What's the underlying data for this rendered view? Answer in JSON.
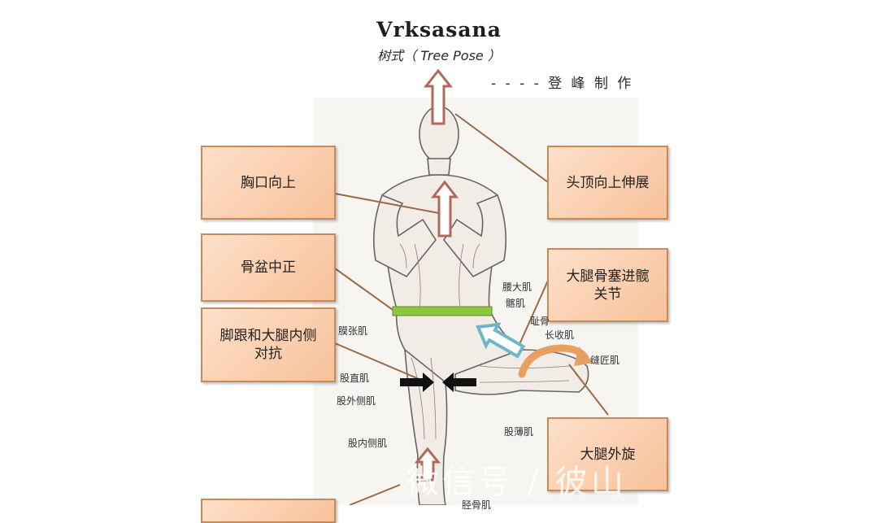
{
  "header": {
    "title": "Vrksasana",
    "subtitle": "树式（ Tree Pose ）",
    "credit": "- - - - 登 峰 制 作"
  },
  "callouts": {
    "chest_up": "胸口向上",
    "crown_extend": "头顶向上伸展",
    "pelvis_neutral": "骨盆中正",
    "femur_into_hip": "大腿骨塞进髋\n关节",
    "heel_thigh_resist": "脚跟和大腿内侧\n对抗",
    "thigh_external_rotation": "大腿外旋"
  },
  "muscles": {
    "psoas_major": "腰大肌",
    "iliacus": "髂肌",
    "pectineus": "耻骨",
    "adductor_longus": "长收肌",
    "sartorius": "缝匠肌",
    "tfl": "膜张肌",
    "rectus_femoris": "股直肌",
    "vastus_lateralis": "股外侧肌",
    "gracilis": "股薄肌",
    "vastus_medialis": "股内侧肌",
    "tibialis": "胫骨肌"
  },
  "watermark": "微信号 / 彼山",
  "colors": {
    "box_fill": "#f8c19a",
    "box_border": "#c98a5a",
    "leader_line": "#9a6a46",
    "up_arrow": "#b06a5a",
    "pelvis_bar": "#8dc63f",
    "press_arrow": "#111111",
    "femur_arrow": "#6fb7c8",
    "rotation_arrow": "#e8a060"
  }
}
